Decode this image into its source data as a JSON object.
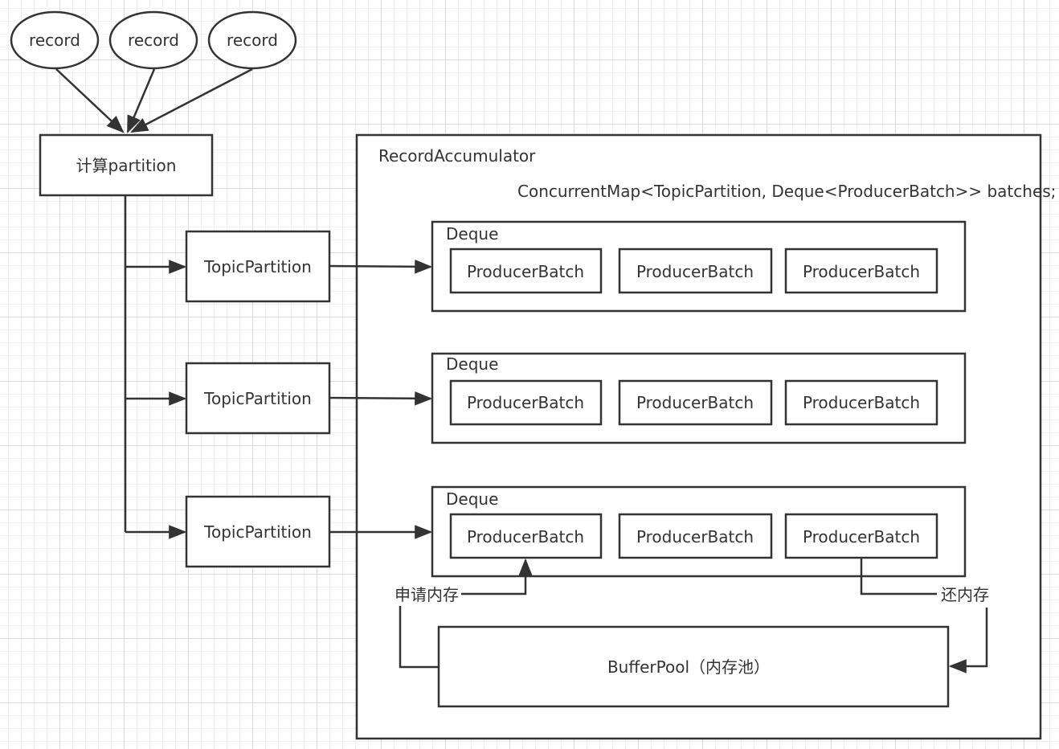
{
  "records": [
    "record",
    "record",
    "record"
  ],
  "compute_partition": "计算partition",
  "accumulator": {
    "title": "RecordAccumulator",
    "batches_decl": "ConcurrentMap<TopicPartition, Deque<ProducerBatch>> batches;"
  },
  "partitions": [
    {
      "topic_partition": "TopicPartition",
      "deque_label": "Deque",
      "batches": [
        "ProducerBatch",
        "ProducerBatch",
        "ProducerBatch"
      ]
    },
    {
      "topic_partition": "TopicPartition",
      "deque_label": "Deque",
      "batches": [
        "ProducerBatch",
        "ProducerBatch",
        "ProducerBatch"
      ]
    },
    {
      "topic_partition": "TopicPartition",
      "deque_label": "Deque",
      "batches": [
        "ProducerBatch",
        "ProducerBatch",
        "ProducerBatch"
      ]
    }
  ],
  "memory": {
    "request_label": "申请内存",
    "return_label": "还内存",
    "buffer_pool": "BufferPool（内存池）"
  },
  "colors": {
    "stroke": "#333333",
    "fill": "#ffffff",
    "grid": "#dcdcdc"
  }
}
